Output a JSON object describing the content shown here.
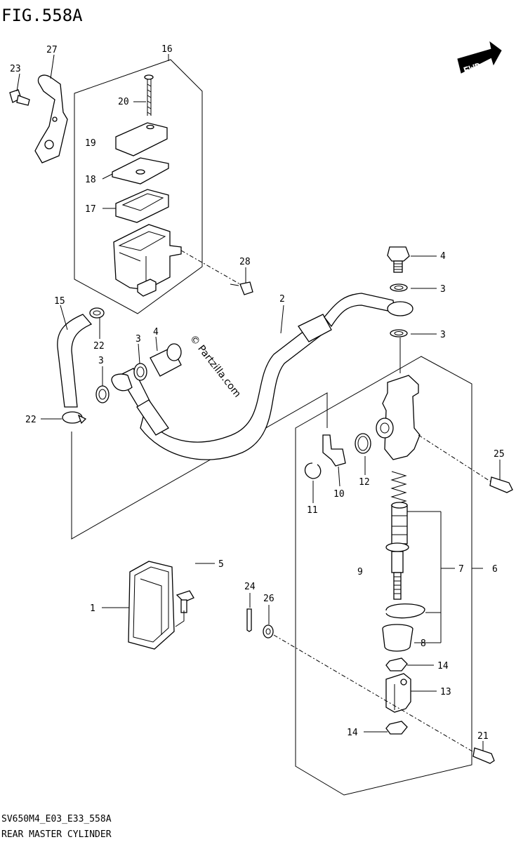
{
  "header": {
    "figure_title": "FIG.558A"
  },
  "badge": {
    "text": "FWD"
  },
  "watermark": {
    "text": "© Partzilla.com"
  },
  "footer": {
    "code": "SV650M4_E03_E33_558A",
    "name": "REAR MASTER CYLINDER"
  },
  "callouts": {
    "c1": "1",
    "c2": "2",
    "c3a": "3",
    "c3b": "3",
    "c3c": "3",
    "c3d": "3",
    "c4a": "4",
    "c4b": "4",
    "c5": "5",
    "c6": "6",
    "c7": "7",
    "c8": "8",
    "c9": "9",
    "c10": "10",
    "c11": "11",
    "c12": "12",
    "c13": "13",
    "c14a": "14",
    "c14b": "14",
    "c15": "15",
    "c16": "16",
    "c17": "17",
    "c18": "18",
    "c19": "19",
    "c20": "20",
    "c21": "21",
    "c22a": "22",
    "c22b": "22",
    "c23": "23",
    "c24": "24",
    "c25": "25",
    "c26": "26",
    "c27": "27",
    "c28": "28"
  }
}
